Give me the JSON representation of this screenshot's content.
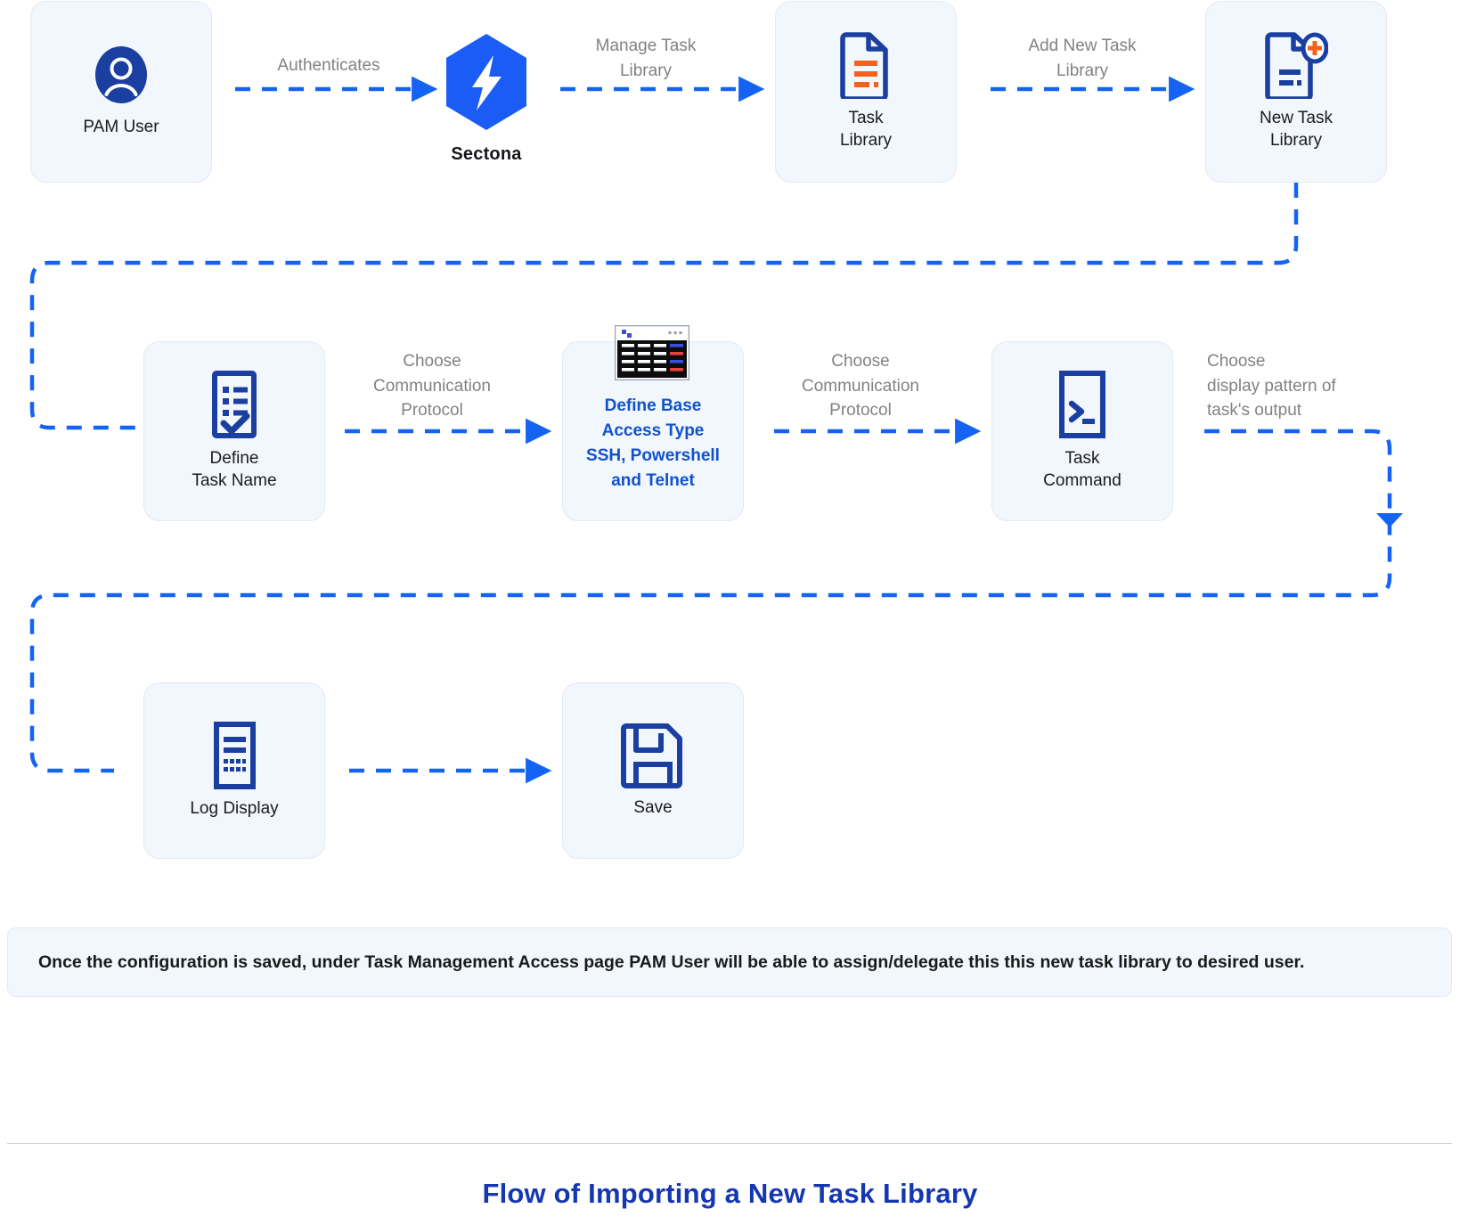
{
  "title": "Flow of Importing a New Task Library",
  "colors": {
    "card_bg": "#f2f6fd",
    "card_border": "#e4e8f0",
    "icon_blue": "#1a3fa0",
    "arrow_blue": "#1463f3",
    "brand_blue": "#1a5cf5",
    "accent_text": "#1152cc",
    "label_gray": "#808285",
    "title_blue": "#1537b0",
    "icon_orange": "#f4611a"
  },
  "nodes": [
    {
      "id": "pam-user",
      "label": "PAM User",
      "icon": "user-avatar-icon"
    },
    {
      "id": "sectona",
      "label": "Sectona",
      "icon": "sectona-logo-icon"
    },
    {
      "id": "task-library",
      "label": "Task\nLibrary",
      "icon": "document-list-icon"
    },
    {
      "id": "new-task-library",
      "label": "New Task\nLibrary",
      "icon": "document-add-icon"
    },
    {
      "id": "define-task-name",
      "label": "Define\nTask Name",
      "icon": "checklist-icon"
    },
    {
      "id": "define-base-access-type",
      "label": "Define Base\nAccess Type\nSSH, Powershell\nand Telnet",
      "icon": "terminal-window-icon"
    },
    {
      "id": "task-command",
      "label": "Task\nCommand",
      "icon": "command-prompt-icon"
    },
    {
      "id": "log-display",
      "label": "Log Display",
      "icon": "log-lines-icon"
    },
    {
      "id": "save",
      "label": "Save",
      "icon": "floppy-disk-icon"
    }
  ],
  "edges": [
    {
      "id": "e1",
      "label": "Authenticates"
    },
    {
      "id": "e2",
      "label": "Manage Task\nLibrary"
    },
    {
      "id": "e3",
      "label": "Add New Task\nLibrary"
    },
    {
      "id": "e4",
      "label": "Choose\nCommunication\nProtocol"
    },
    {
      "id": "e5",
      "label": "Choose\nCommunication\nProtocol"
    },
    {
      "id": "e6",
      "label": "Choose\ndisplay pattern of\ntask's output"
    },
    {
      "id": "e7",
      "label": ""
    }
  ],
  "note": "Once the configuration is saved, under Task Management Access page PAM User will be able to assign/delegate this this new task library to desired user."
}
